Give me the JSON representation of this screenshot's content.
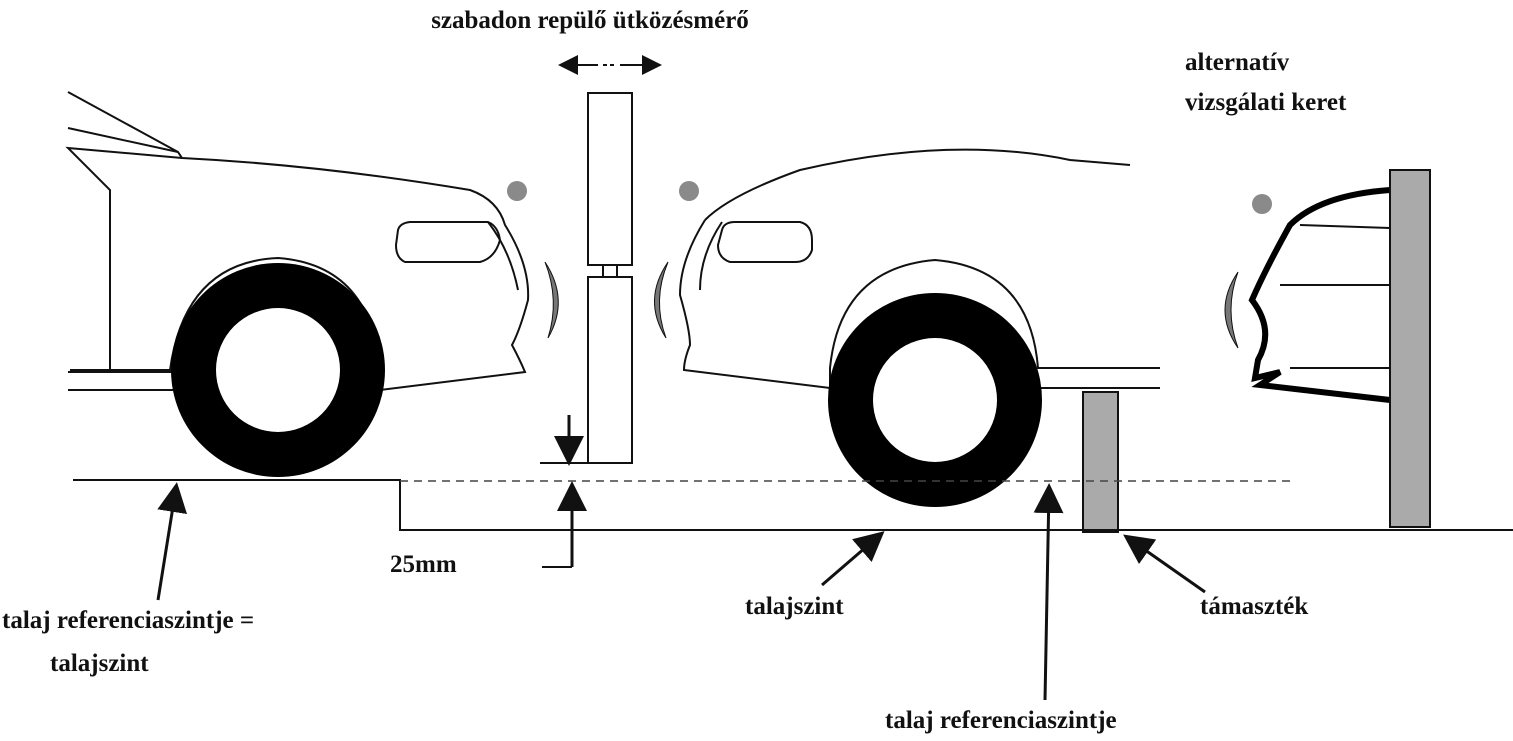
{
  "title": "szabadon repülő ütközésmérő",
  "labels": {
    "alt_frame_line1": "alternatív",
    "alt_frame_line2": "vizsgálati keret",
    "offset": "25mm",
    "ground_ref_eq_line1": "talaj referenciaszintje =",
    "ground_ref_eq_line2": "talajszint",
    "ground_level": "talajszint",
    "support": "támaszték",
    "ground_ref": "talaj referenciaszintje"
  },
  "colors": {
    "grey": "#8a8a8a",
    "tire": "#000000",
    "line": "#111111"
  }
}
